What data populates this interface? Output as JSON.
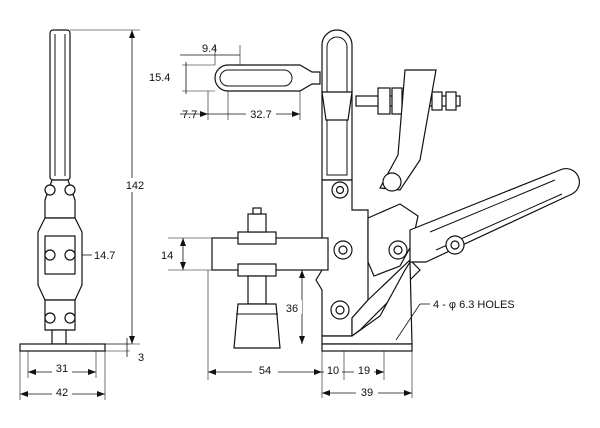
{
  "dimensions": {
    "height_overall": "142",
    "handle_width": "14.7",
    "base_thickness": "3",
    "base_hole_spacing": "31",
    "base_width": "42",
    "slot_width": "9.4",
    "slot_height": "15.4",
    "slot_offset": "7.7",
    "slot_length": "32.7",
    "clamp_height": "14",
    "spindle_height": "36",
    "reach": "54",
    "base_offset": "10",
    "hole_pitch": "19",
    "base_length": "39",
    "holes_note": "4 - φ 6.3 HOLES"
  }
}
